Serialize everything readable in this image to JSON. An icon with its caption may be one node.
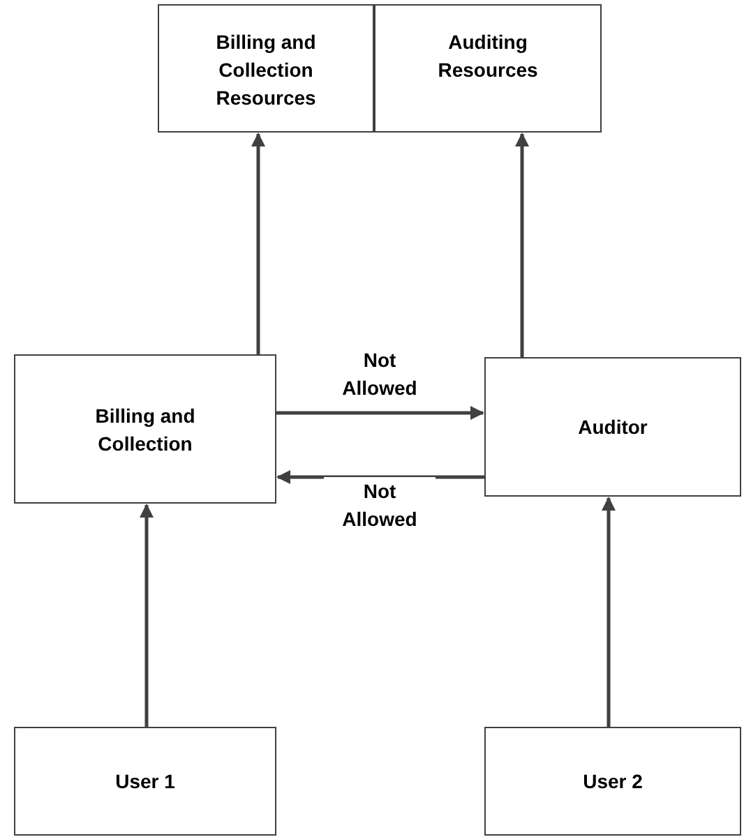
{
  "diagram": {
    "nodes": [
      {
        "text": [
          "Billing and Collection Resources"
        ]
      },
      {
        "text": [
          "Auditing Resources"
        ]
      },
      {
        "text": [
          "Billing and Collection"
        ]
      },
      {
        "text": [
          "Auditor"
        ]
      },
      {
        "text": [
          "User 1"
        ]
      },
      {
        "text": [
          "User 2"
        ]
      }
    ],
    "edges": [
      {
        "from": 2,
        "to": 0,
        "arrow": "to"
      },
      {
        "from": 3,
        "to": 1,
        "arrow": "to"
      },
      {
        "from": 2,
        "to": 3,
        "arrow": "to",
        "label": "Not Allowed"
      },
      {
        "from": 3,
        "to": 2,
        "arrow": "to",
        "label": "Not Allowed"
      },
      {
        "from": 4,
        "to": 2,
        "arrow": "to"
      },
      {
        "from": 5,
        "to": 3,
        "arrow": "to"
      }
    ]
  }
}
